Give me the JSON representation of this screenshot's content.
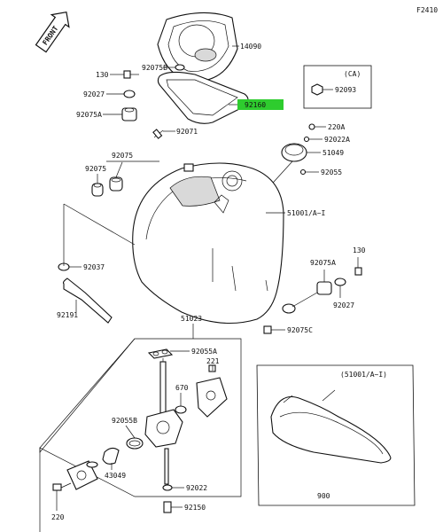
{
  "doc_code": "F2410",
  "front_label": "FRONT",
  "highlight_color": "#2ecc2e",
  "box_ca": {
    "title": "(CA)",
    "part": "92093"
  },
  "box_variant": {
    "title": "(51001/A~I)",
    "caption": "900"
  },
  "labels": {
    "p14090": "14090",
    "p92075b": "92075B",
    "p130a": "130",
    "p92027a": "92027",
    "p92160": "92160",
    "p92075a1": "92075A",
    "p92071": "92071",
    "p220a": "220A",
    "p92022a": "92022A",
    "p51049": "51049",
    "p92055": "92055",
    "p92075": "92075",
    "p92075c2": "92075",
    "p51001": "51001/A~I",
    "p92037": "92037",
    "p92191": "92191",
    "p130b": "130",
    "p92075a2": "92075A",
    "p92027b": "92027",
    "p92075c": "92075C",
    "p51023": "51023",
    "p92055a": "92055A",
    "p221": "221",
    "p670": "670",
    "p92055b": "92055B",
    "p43049": "43049",
    "p92022": "92022",
    "p92150": "92150",
    "p220": "220"
  }
}
